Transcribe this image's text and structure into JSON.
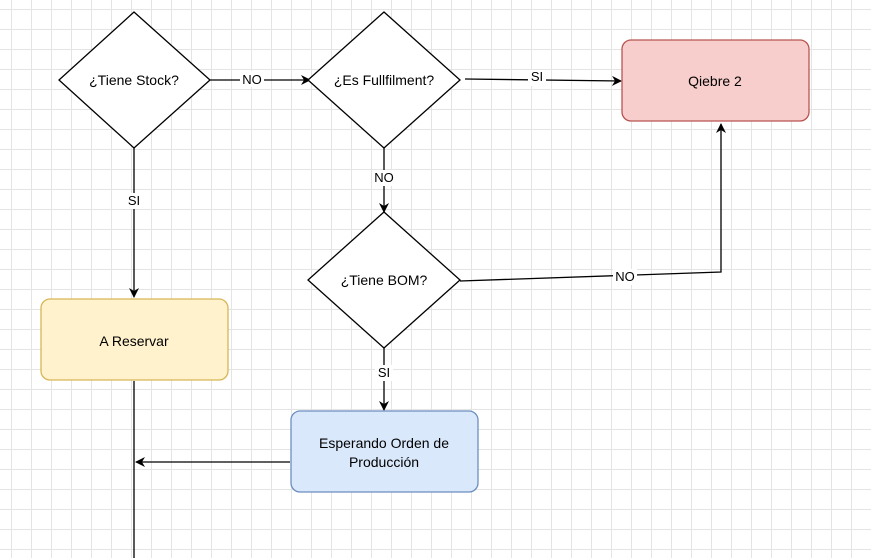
{
  "nodes": {
    "tiene_stock": "¿Tiene Stock?",
    "es_fullfilment": "¿Es Fullfilment?",
    "quiebre": "Qiebre 2",
    "tiene_bom": "¿Tiene BOM?",
    "a_reservar": "A Reservar",
    "esperando_line1": "Esperando Orden de",
    "esperando_line2": "Producción"
  },
  "edges": {
    "stock_to_fullfilment": "NO",
    "fullfilment_to_quiebre": "SI",
    "stock_to_reservar": "SI",
    "fullfilment_to_bom": "NO",
    "bom_to_quiebre": "NO",
    "bom_to_esperando": "SI"
  },
  "colors": {
    "quiebre_fill": "#f8cecc",
    "quiebre_stroke": "#b85450",
    "reservar_fill": "#fff2cc",
    "reservar_stroke": "#d6b656",
    "esperando_fill": "#dae8fc",
    "esperando_stroke": "#6c8ebf"
  }
}
